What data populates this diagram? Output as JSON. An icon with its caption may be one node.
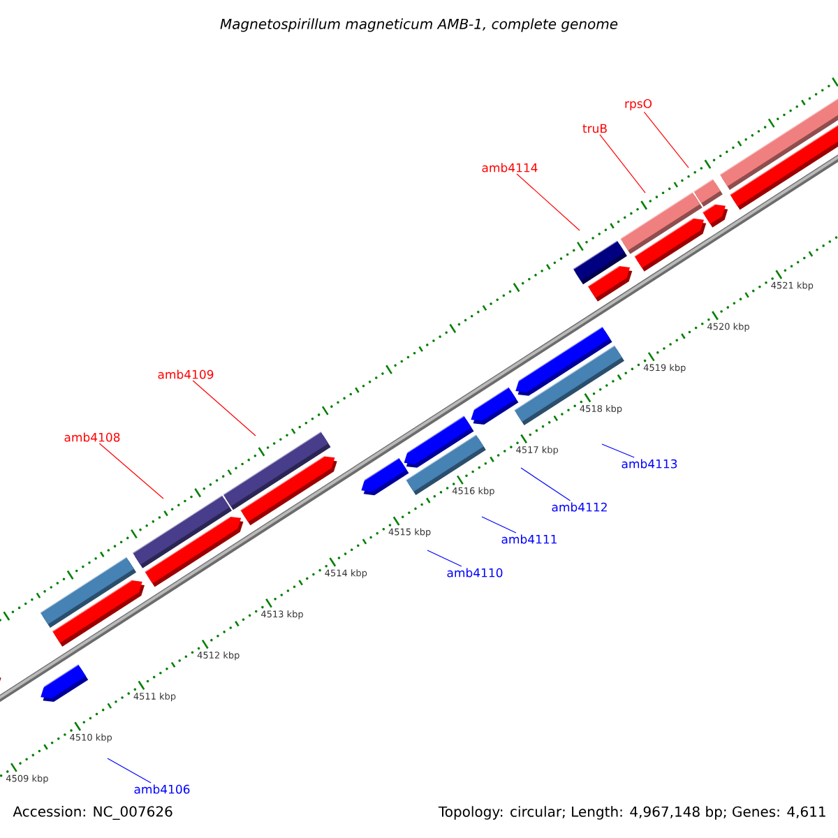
{
  "diagram": {
    "title": "Magnetospirillum magneticum AMB-1, complete genome",
    "nodes": [
      {
        "text": [
          "rpsO"
        ]
      },
      {
        "text": [
          "truB"
        ]
      },
      {
        "text": [
          "amb4114"
        ]
      },
      {
        "text": [
          "amb4109"
        ]
      },
      {
        "text": [
          "amb4108"
        ]
      },
      {
        "text": [
          "amb4113"
        ]
      },
      {
        "text": [
          "amb4112"
        ]
      },
      {
        "text": [
          "amb4111"
        ]
      },
      {
        "text": [
          "amb4110"
        ]
      },
      {
        "text": [
          "amb4106"
        ]
      }
    ],
    "edges": [
      {
        "from": 0,
        "to": null,
        "arrow": "none",
        "color": "#ff0000"
      },
      {
        "from": 1,
        "to": null,
        "arrow": "none",
        "color": "#ff0000"
      },
      {
        "from": 2,
        "to": null,
        "arrow": "none",
        "color": "#ff0000"
      },
      {
        "from": 3,
        "to": null,
        "arrow": "none",
        "color": "#ff0000"
      },
      {
        "from": 4,
        "to": null,
        "arrow": "none",
        "color": "#ff0000"
      },
      {
        "from": 5,
        "to": null,
        "arrow": "none",
        "color": "#0000ff"
      },
      {
        "from": 6,
        "to": null,
        "arrow": "none",
        "color": "#0000ff"
      },
      {
        "from": 7,
        "to": null,
        "arrow": "none",
        "color": "#0000ff"
      },
      {
        "from": 8,
        "to": null,
        "arrow": "none",
        "color": "#0000ff"
      },
      {
        "from": 9,
        "to": null,
        "arrow": "none",
        "color": "#0000ff"
      }
    ],
    "labels": [
      "4509 kbp",
      "4510 kbp",
      "4511 kbp",
      "4512 kbp",
      "4513 kbp",
      "4514 kbp",
      "4515 kbp",
      "4516 kbp",
      "4517 kbp",
      "4518 kbp",
      "4519 kbp",
      "4520 kbp",
      "4521 kbp",
      "Accession: NC_007626",
      "Topology: circular; Length: 4,967,148 bp; Genes: 4,611"
    ]
  }
}
